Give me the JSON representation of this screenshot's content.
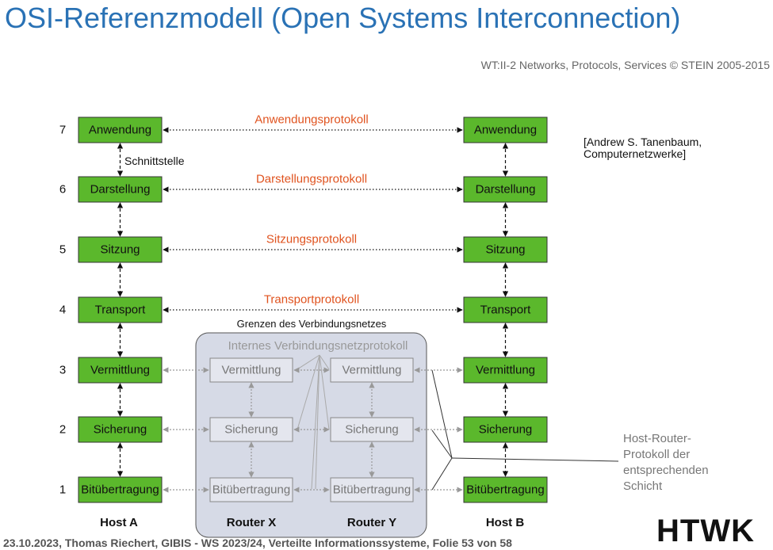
{
  "header": {
    "title": "OSI-Referenzmodell (Open Systems Interconnection)",
    "source": "WT:II-2 Networks, Protocols, Services © STEIN 2005-2015"
  },
  "diagram": {
    "layer_numbers": [
      "7",
      "6",
      "5",
      "4",
      "3",
      "2",
      "1"
    ],
    "host_layers": [
      "Anwendung",
      "Darstellung",
      "Sitzung",
      "Transport",
      "Vermittlung",
      "Sicherung",
      "Bitübertragung"
    ],
    "router_layers": [
      "Vermittlung",
      "Sicherung",
      "Bitübertragung"
    ],
    "protocols": [
      "Anwendungsprotokoll",
      "Darstellungsprotokoll",
      "Sitzungsprotokoll",
      "Transportprotokoll"
    ],
    "interface_label": "Schnittstelle",
    "network_boundary_label": "Grenzen des Verbindungsnetzes",
    "internal_protocol_label": "Internes Verbindungsnetzprotokoll",
    "host_a": "Host A",
    "host_b": "Host B",
    "router_x": "Router X",
    "router_y": "Router Y",
    "colors": {
      "layer_fill": "#5bb82c",
      "protocol_text": "#e0531f",
      "network_fill": "#d6dae6",
      "router_box": "#e4e6ee",
      "title": "#2a72b5"
    }
  },
  "citation": "[Andrew S. Tanenbaum, Computernetzwerke]",
  "host_router_note": "Host-Router-Protokoll der entsprechenden Schicht",
  "footer": "23.10.2023, Thomas Riechert, GIBIS - WS 2023/24, Verteilte Informationssysteme, Folie 53 von 58",
  "logo": "HTWK"
}
